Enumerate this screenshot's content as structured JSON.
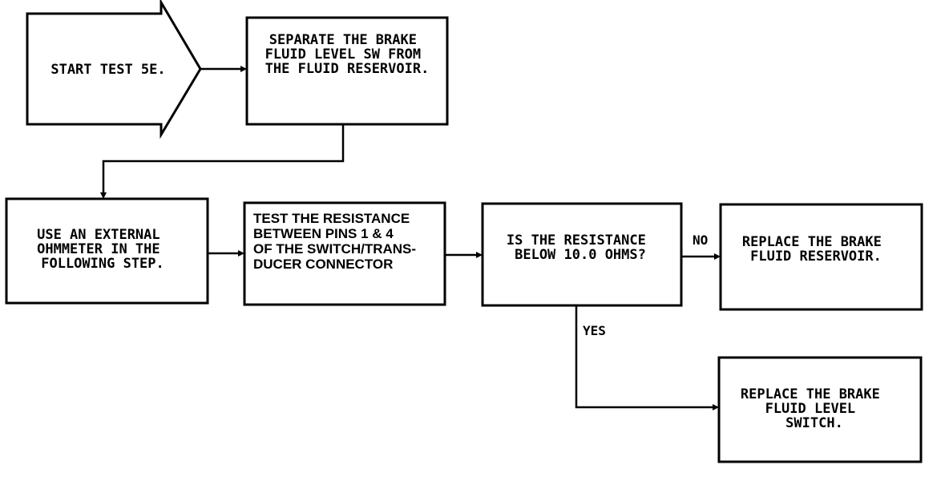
{
  "nodes": {
    "start": {
      "lines": [
        "START TEST 5E."
      ]
    },
    "separate": {
      "lines": [
        "SEPARATE THE BRAKE",
        "FLUID LEVEL SW FROM",
        "THE FLUID RESERVOIR."
      ]
    },
    "ohmmeter": {
      "lines": [
        "USE AN EXTERNAL",
        "OHMMETER IN THE",
        "FOLLOWING STEP."
      ]
    },
    "test_resistance": {
      "lines": [
        "TEST THE RESISTANCE",
        "BETWEEN PINS 1 & 4",
        "OF THE SWITCH/TRANS-",
        "DUCER CONNECTOR"
      ]
    },
    "decision": {
      "lines": [
        "IS THE RESISTANCE",
        "BELOW 10.0 OHMS?"
      ]
    },
    "replace_reservoir": {
      "lines": [
        "REPLACE THE BRAKE",
        "FLUID RESERVOIR."
      ]
    },
    "replace_switch": {
      "lines": [
        "REPLACE THE BRAKE",
        "FLUID LEVEL",
        "SWITCH."
      ]
    }
  },
  "edges": {
    "no_label": "NO",
    "yes_label": "YES"
  }
}
